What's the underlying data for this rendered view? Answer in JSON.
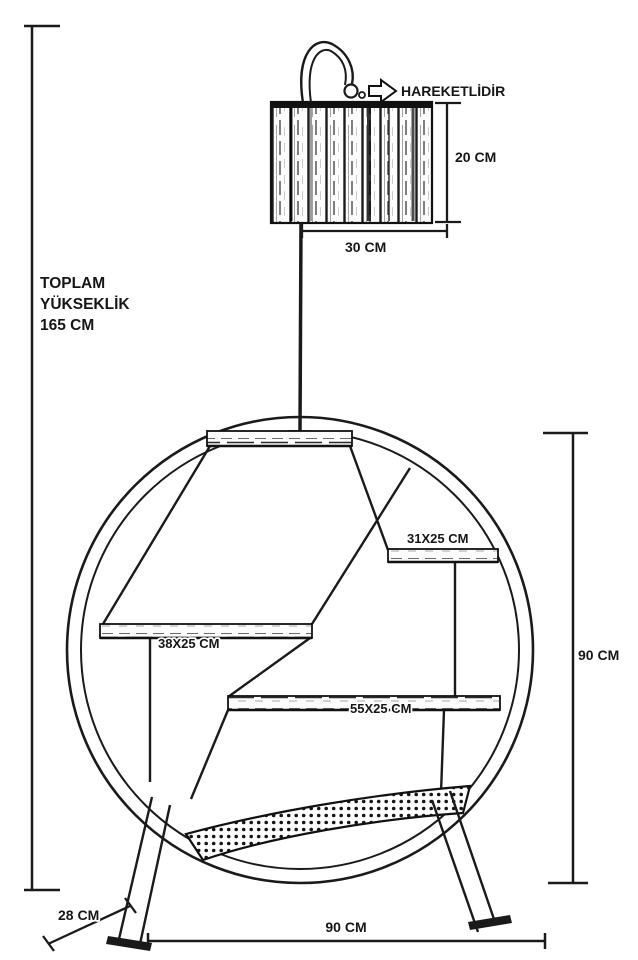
{
  "colors": {
    "ink": "#1a1a1a",
    "background": "#ffffff"
  },
  "annotations": {
    "movable": "HAREKETLİDİR",
    "lamp_shade_height": "20 CM",
    "lamp_shade_width": "30 CM",
    "total_height_line1": "TOPLAM",
    "total_height_line2": "YÜKSEKLİK",
    "total_height_line3": "165 CM",
    "shelf_upper_right": "31X25 CM",
    "shelf_middle_left": "38X25 CM",
    "shelf_lower": "55X25 CM",
    "frame_height": "90 CM",
    "base_depth": "28 CM",
    "base_width": "90 CM"
  }
}
